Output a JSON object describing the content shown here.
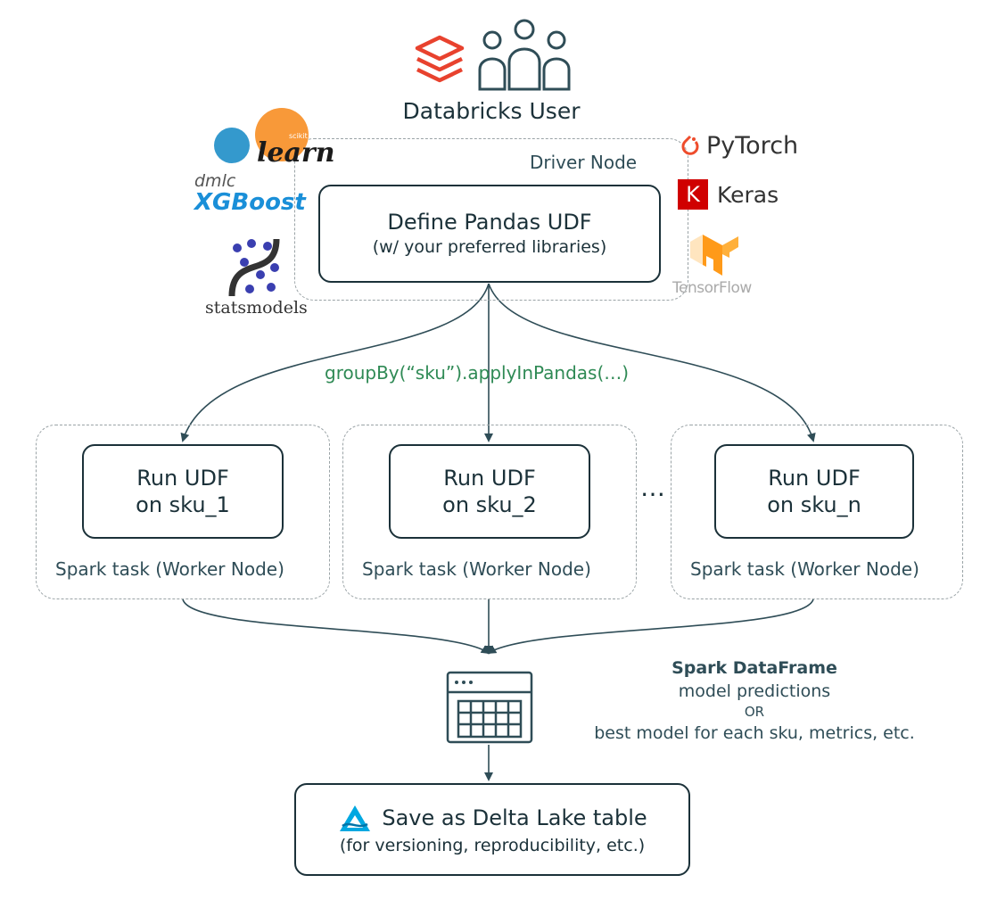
{
  "user": {
    "title": "Databricks User"
  },
  "driver": {
    "label": "Driver Node",
    "box_title": "Define Pandas UDF",
    "box_subtitle": "(w/ your preferred libraries)"
  },
  "libraries": {
    "scikit_small": "scikit",
    "scikit": "learn",
    "xgboost_prefix": "dmlc",
    "xgboost": "XGBoost",
    "statsmodels": "statsmodels",
    "pytorch": "PyTorch",
    "keras_letter": "K",
    "keras": "Keras",
    "tensorflow": "TensorFlow"
  },
  "group_call": "groupBy(“sku”).applyInPandas(…)",
  "workers": [
    {
      "line1": "Run UDF",
      "line2": "on sku_1",
      "label": "Spark task (Worker Node)"
    },
    {
      "line1": "Run UDF",
      "line2": "on sku_2",
      "label": "Spark task (Worker Node)"
    },
    {
      "line1": "Run UDF",
      "line2": "on sku_n",
      "label": "Spark task (Worker Node)"
    }
  ],
  "ellipsis": "…",
  "dataframe": {
    "title": "Spark DataFrame",
    "line1": "model predictions",
    "or": "OR",
    "line2": "best model for each sku, metrics, etc."
  },
  "delta": {
    "title": "Save as Delta Lake table",
    "subtitle": "(for versioning, reproducibility, etc.)"
  },
  "colors": {
    "dark": "#1b3139",
    "arrow": "#2f4d57",
    "green": "#2f8a55",
    "databricks_red": "#e8422e",
    "sklearn_orange": "#f89939",
    "sklearn_blue": "#3499cd",
    "xgboost_blue": "#1a8fd8",
    "statsmodels_blue": "#3a3fb0",
    "pytorch": "#ee4c2c",
    "keras": "#d00000",
    "tensorflow": "#ff8f00"
  }
}
